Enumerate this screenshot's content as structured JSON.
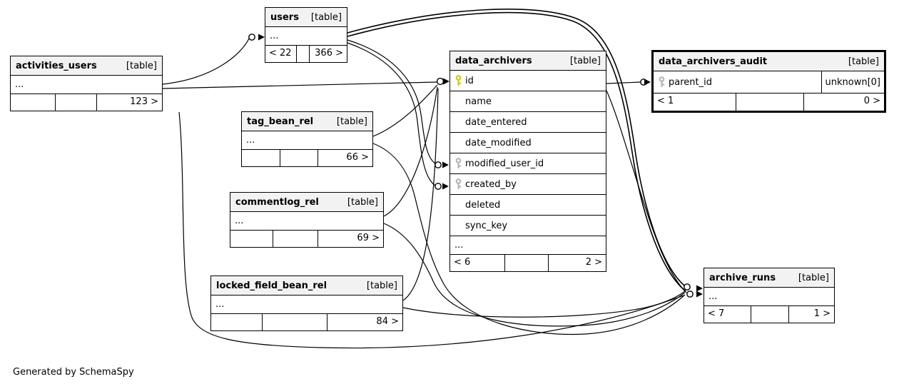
{
  "note": "Generated by SchemaSpy",
  "colors": {
    "primary_key_icon": "#cccc00",
    "foreign_key_icon": "#b4b4b4",
    "header_background": "#f2f2f2",
    "relationship_line": "#000000"
  },
  "tables": {
    "users": {
      "name": "users",
      "tag": "[table]",
      "ellipsis": "...",
      "foot": {
        "left": "< 22",
        "mid": "",
        "right": "366 >"
      }
    },
    "activities_users": {
      "name": "activities_users",
      "tag": "[table]",
      "ellipsis": "...",
      "foot": {
        "left": "",
        "mid": "",
        "right": "123 >"
      }
    },
    "tag_bean_rel": {
      "name": "tag_bean_rel",
      "tag": "[table]",
      "ellipsis": "...",
      "foot": {
        "left": "",
        "mid": "",
        "right": "66 >"
      }
    },
    "commentlog_rel": {
      "name": "commentlog_rel",
      "tag": "[table]",
      "ellipsis": "...",
      "foot": {
        "left": "",
        "mid": "",
        "right": "69 >"
      }
    },
    "locked_field_bean_rel": {
      "name": "locked_field_bean_rel",
      "tag": "[table]",
      "ellipsis": "...",
      "foot": {
        "left": "",
        "mid": "",
        "right": "84 >"
      }
    },
    "data_archivers": {
      "name": "data_archivers",
      "tag": "[table]",
      "ellipsis": "...",
      "columns": [
        {
          "label": "id",
          "key": "primary"
        },
        {
          "label": "name",
          "key": ""
        },
        {
          "label": "date_entered",
          "key": ""
        },
        {
          "label": "date_modified",
          "key": ""
        },
        {
          "label": "modified_user_id",
          "key": "foreign"
        },
        {
          "label": "created_by",
          "key": "foreign"
        },
        {
          "label": "deleted",
          "key": ""
        },
        {
          "label": "sync_key",
          "key": ""
        }
      ],
      "foot": {
        "left": "< 6",
        "mid": "",
        "right": "2 >"
      }
    },
    "data_archivers_audit": {
      "name": "data_archivers_audit",
      "tag": "[table]",
      "columns": [
        {
          "label": "parent_id",
          "key": "foreign",
          "type": "unknown[0]"
        }
      ],
      "foot": {
        "left": "< 1",
        "mid": "",
        "right": "0 >"
      }
    },
    "archive_runs": {
      "name": "archive_runs",
      "tag": "[table]",
      "ellipsis": "...",
      "foot": {
        "left": "< 7",
        "mid": "",
        "right": "1 >"
      }
    }
  }
}
